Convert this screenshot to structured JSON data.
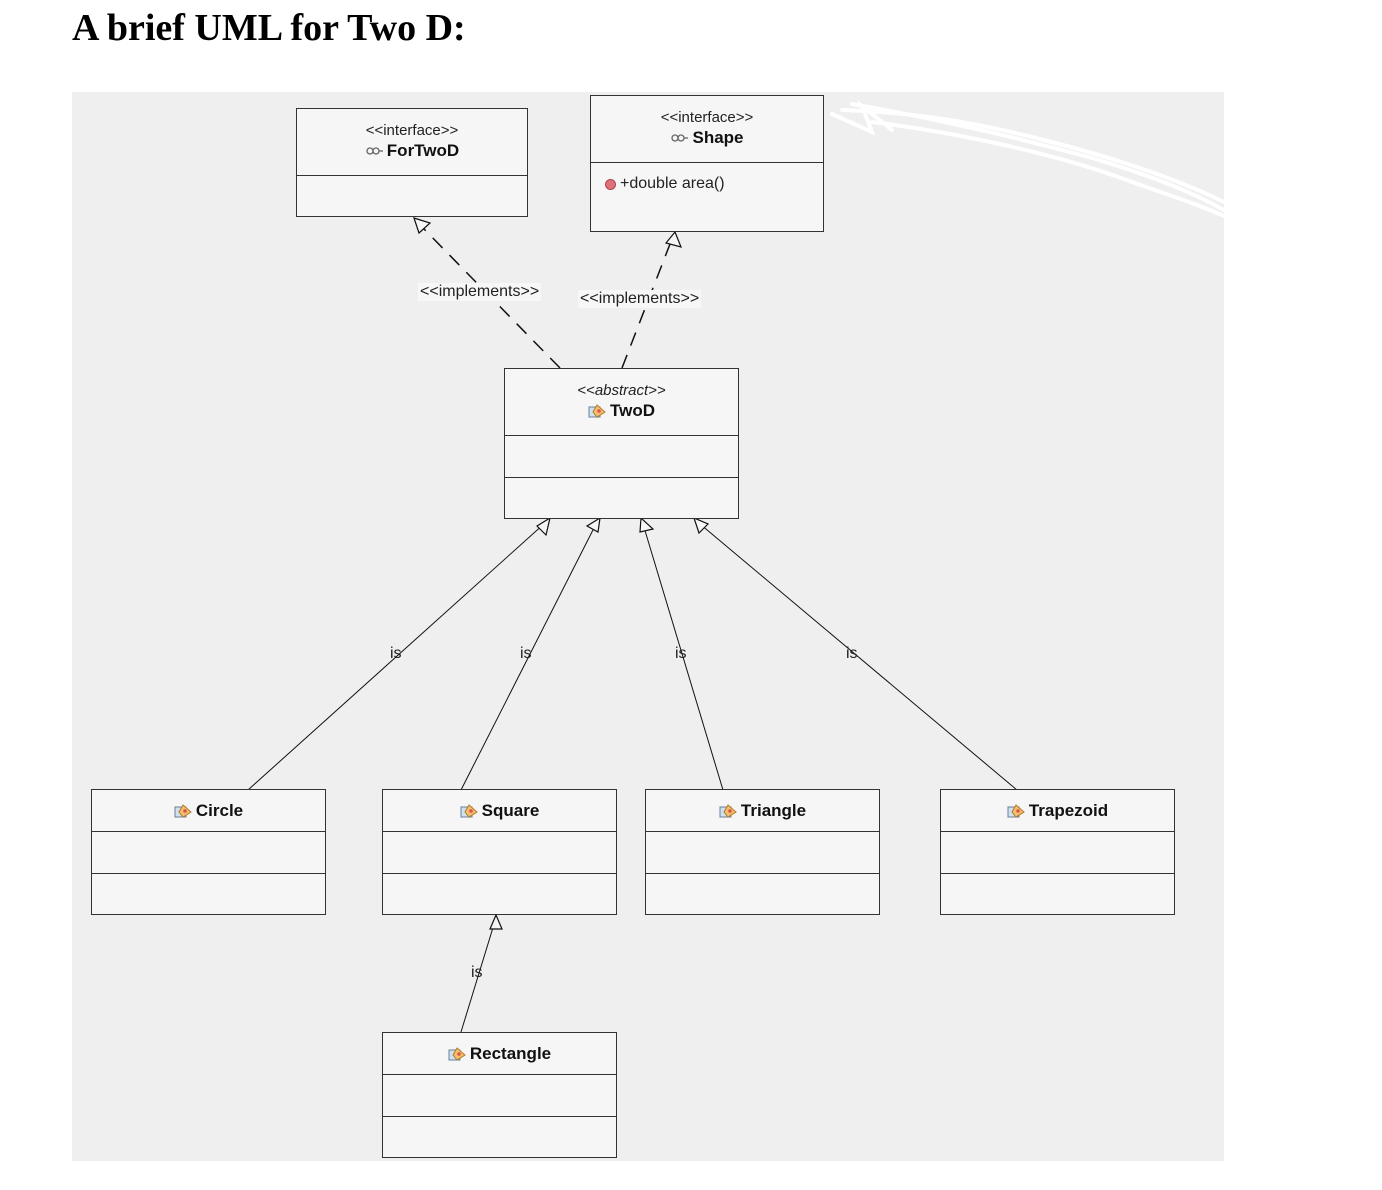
{
  "page": {
    "heading": "A brief UML for Two D:"
  },
  "classes": {
    "fortwod": {
      "stereotype": "<<interface>>",
      "name": "ForTwoD",
      "icon": "interface-icon"
    },
    "shape": {
      "stereotype": "<<interface>>",
      "name": "Shape",
      "icon": "interface-icon",
      "method": "+double area()"
    },
    "twod": {
      "stereotype": "<<abstract>>",
      "name": "TwoD",
      "icon": "abstract-class-icon"
    },
    "circle": {
      "name": "Circle",
      "icon": "class-icon"
    },
    "square": {
      "name": "Square",
      "icon": "class-icon"
    },
    "triangle": {
      "name": "Triangle",
      "icon": "class-icon"
    },
    "trapezoid": {
      "name": "Trapezoid",
      "icon": "class-icon"
    },
    "rectangle": {
      "name": "Rectangle",
      "icon": "class-icon"
    }
  },
  "relations": {
    "implements_label": "<<implements>>",
    "is_label": "is"
  },
  "colors": {
    "canvas": "#efefef",
    "box": "#f6f6f6",
    "border": "#333333",
    "method_dot": "#e0707a"
  }
}
